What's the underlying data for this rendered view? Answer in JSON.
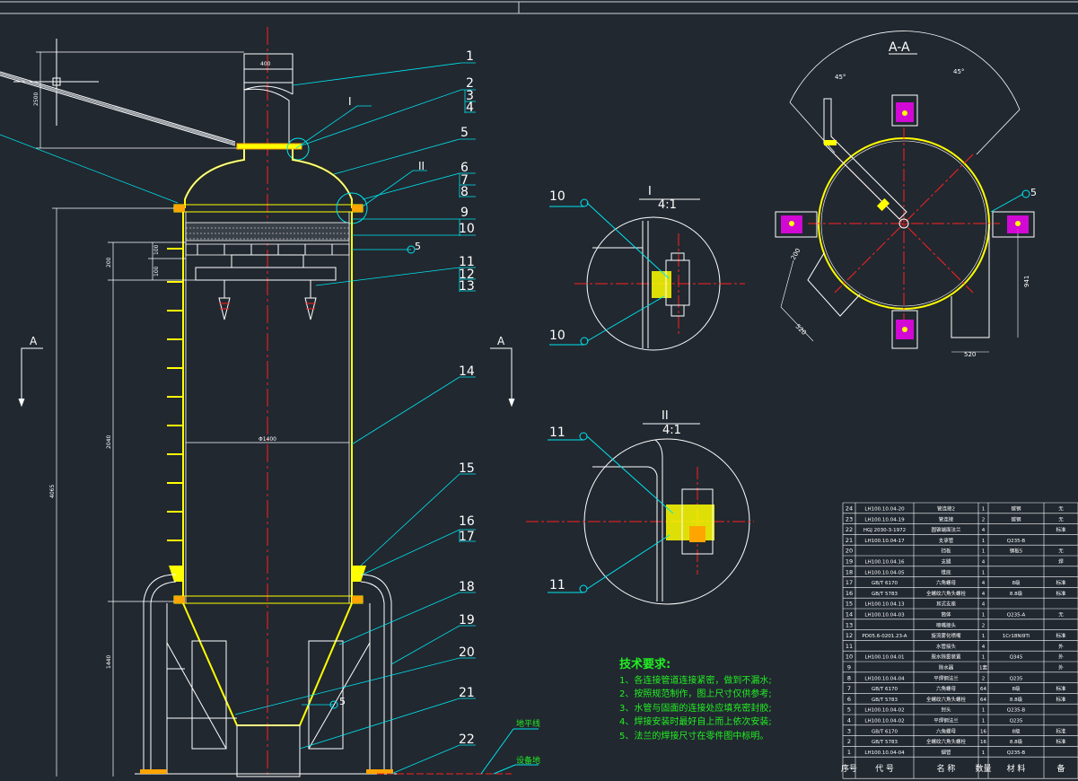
{
  "colors": {
    "background": "#212830",
    "outline": "#ffffff",
    "vessel": "#ffff00",
    "leader": "#00e5ee",
    "centerline": "#ff2020",
    "text_green": "#22ee22",
    "magenta": "#ff00ff",
    "orange": "#ffa500"
  },
  "main_view": {
    "leader_numbers": [
      "1",
      "2",
      "3",
      "4",
      "5",
      "6",
      "7",
      "8",
      "9",
      "10",
      "11",
      "12",
      "13",
      "14",
      "15",
      "16",
      "17",
      "18",
      "19",
      "20",
      "21",
      "22"
    ],
    "dimensions": [
      "400",
      "2500",
      "200",
      "100",
      "100",
      "Φ1400",
      "2040",
      "4065",
      "1440"
    ],
    "section_markers": [
      "A",
      "A"
    ],
    "detail_markers": [
      "I",
      "II"
    ],
    "weld_symbol": "5",
    "ground_labels": [
      "地平线",
      "设备地"
    ]
  },
  "section_view": {
    "title": "A-A",
    "dimensions": [
      "45°",
      "45°",
      "941",
      "520",
      "200",
      "520"
    ],
    "weld_label": "5"
  },
  "detail_i": {
    "title": "I",
    "scale": "4:1",
    "labels": [
      "10",
      "10"
    ]
  },
  "detail_ii": {
    "title": "II",
    "scale": "4:1",
    "labels": [
      "11",
      "11"
    ]
  },
  "tech_requirements": {
    "title": "技术要求:",
    "items": [
      "1、各连接管道连接紧密，做到不漏水;",
      "2、按照规范制作，图上尺寸仅供参考;",
      "3、水管与固面的连接处应填充密封胶;",
      "4、焊接安装时最好自上而上依次安装;",
      "5、法兰的焊接尺寸在零件图中标明。"
    ]
  },
  "bom": {
    "header": [
      "序号",
      "代 号",
      "名 称",
      "数量",
      "材 料",
      "备"
    ],
    "rows": [
      [
        "24",
        "LH100.10.04-20",
        "管连接2",
        "1",
        "碳钢",
        "无"
      ],
      [
        "23",
        "LH100.10.04-19",
        "管连接",
        "2",
        "碳钢",
        "无"
      ],
      [
        "22",
        "HGJ 2030-3-1972",
        "圆锥端面法兰",
        "4",
        "",
        "标准"
      ],
      [
        "21",
        "LH100.10.04-17",
        "支承管",
        "1",
        "Q235-B",
        ""
      ],
      [
        "20",
        "",
        "挡板",
        "1",
        "钢板5",
        "无"
      ],
      [
        "19",
        "LH100.10.04.16",
        "支腿",
        "4",
        "",
        "焊"
      ],
      [
        "18",
        "LH100.10.04-05",
        "锥底",
        "1",
        "",
        ""
      ],
      [
        "17",
        "GB/T 6170",
        "六角螺母",
        "4",
        "8级",
        "标准"
      ],
      [
        "16",
        "GB/T 5783",
        "全螺纹六角头螺栓",
        "4",
        "8.8级",
        "标准"
      ],
      [
        "15",
        "LH100.10.04.13",
        "耳式支座",
        "4",
        "",
        ""
      ],
      [
        "14",
        "LH100.10.04-03",
        "筒体",
        "1",
        "Q235-A",
        "无"
      ],
      [
        "13",
        "",
        "喷嘴接头",
        "2",
        "",
        ""
      ],
      [
        "12",
        "PD05.6-0201.23-A",
        "旋流雾化喷嘴",
        "1",
        "1Cr18Ni9Ti",
        "标准"
      ],
      [
        "11",
        "",
        "水管接头",
        "4",
        "",
        "外"
      ],
      [
        "10",
        "LH100.10.04.01",
        "脱水除雾装置",
        "1",
        "Q345",
        "外"
      ],
      [
        "9",
        "",
        "除水器",
        "1套",
        "",
        "外"
      ],
      [
        "8",
        "LH100.10.04-04",
        "平焊钢法兰",
        "2",
        "Q235",
        ""
      ],
      [
        "7",
        "GB/T 6170",
        "六角螺母",
        "64",
        "8级",
        "标准"
      ],
      [
        "6",
        "GB/T 5783",
        "全螺纹六角头螺栓",
        "64",
        "8.8级",
        "标准"
      ],
      [
        "5",
        "LH100.10.04-02",
        "封头",
        "1",
        "Q235-B",
        ""
      ],
      [
        "4",
        "LH100.10.04-02",
        "平焊钢法兰",
        "1",
        "Q235",
        ""
      ],
      [
        "3",
        "GB/T 6170",
        "六角螺母",
        "16",
        "8级",
        "标准"
      ],
      [
        "2",
        "GB/T 5783",
        "全螺纹六角头螺栓",
        "16",
        "8.8级",
        "标准"
      ],
      [
        "1",
        "LH100.10.04-04",
        "烟管",
        "1",
        "Q235-B",
        ""
      ]
    ]
  }
}
